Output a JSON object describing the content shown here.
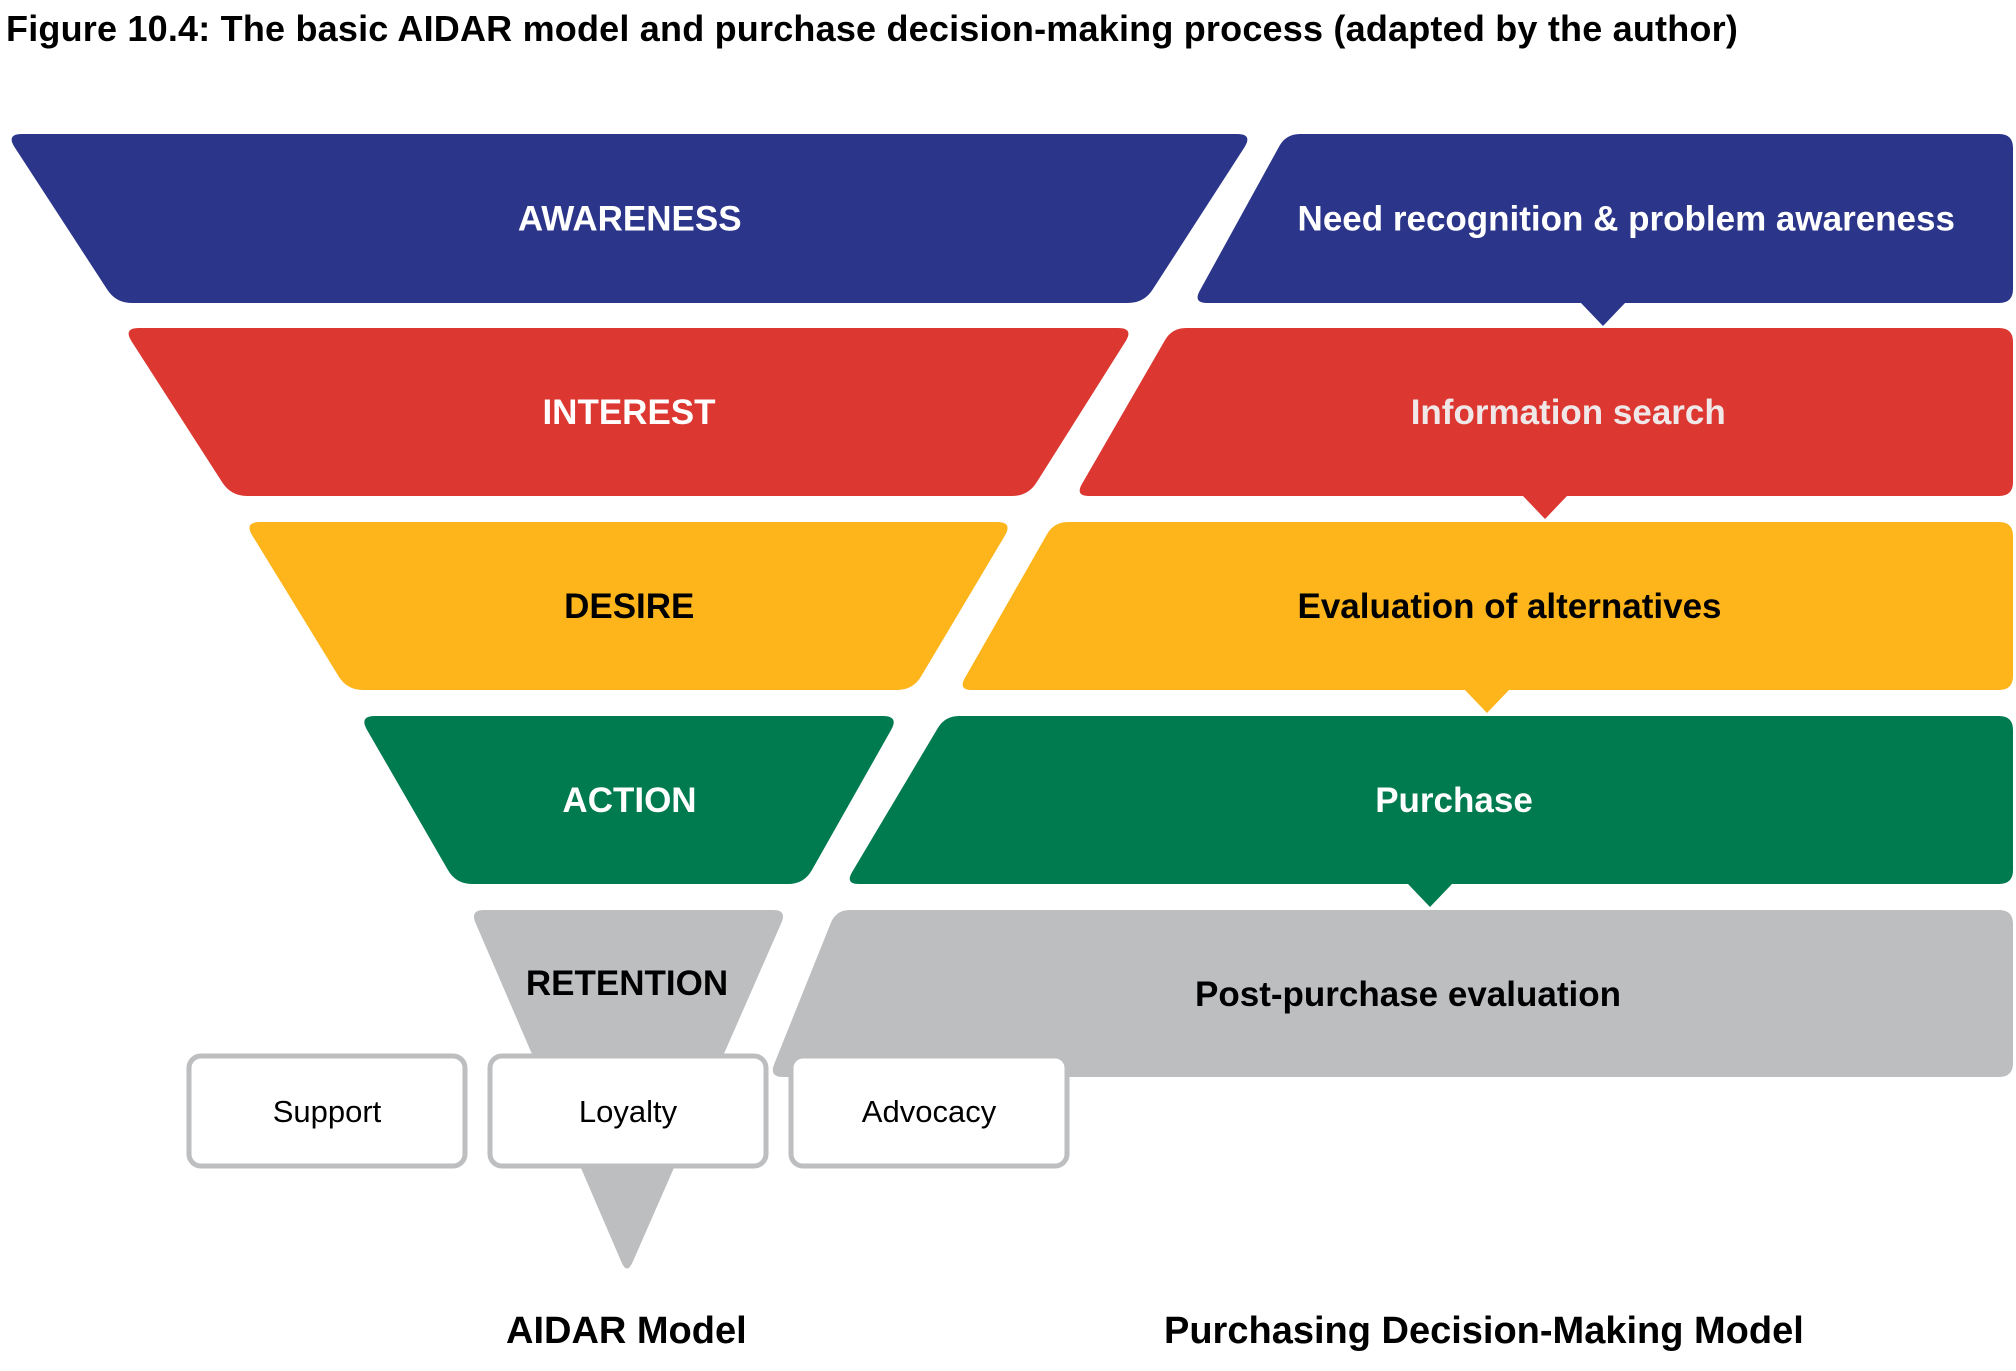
{
  "title": "Figure 10.4: The basic AIDAR model and purchase decision-making process (adapted by the author)",
  "aidar": {
    "label": "AIDAR Model",
    "stages": [
      {
        "name": "AWARENESS",
        "color": "#2B3589",
        "text_color": "#FFFFFF"
      },
      {
        "name": "INTEREST",
        "color": "#DC3731",
        "text_color": "#FFFFFF"
      },
      {
        "name": "DESIRE",
        "color": "#FDB51B",
        "text_color": "#000000"
      },
      {
        "name": "ACTION",
        "color": "#007A4F",
        "text_color": "#FFFFFF"
      },
      {
        "name": "RETENTION",
        "color": "#BDBEC0",
        "text_color": "#000000"
      }
    ],
    "retention_items": [
      "Support",
      "Loyalty",
      "Advocacy"
    ]
  },
  "pdm": {
    "label": "Purchasing Decision-Making Model",
    "stages": [
      {
        "name": "Need recognition & problem awareness",
        "color": "#2B3589",
        "text_color": "#FFFFFF"
      },
      {
        "name": "Information search",
        "color": "#DC3731",
        "text_color": "#F0E8E8"
      },
      {
        "name": "Evaluation of alternatives",
        "color": "#FDB51B",
        "text_color": "#000000"
      },
      {
        "name": "Purchase",
        "color": "#007A4F",
        "text_color": "#FFFFFF"
      },
      {
        "name": "Post-purchase evaluation",
        "color": "#BDBEC0",
        "text_color": "#000000"
      }
    ]
  }
}
